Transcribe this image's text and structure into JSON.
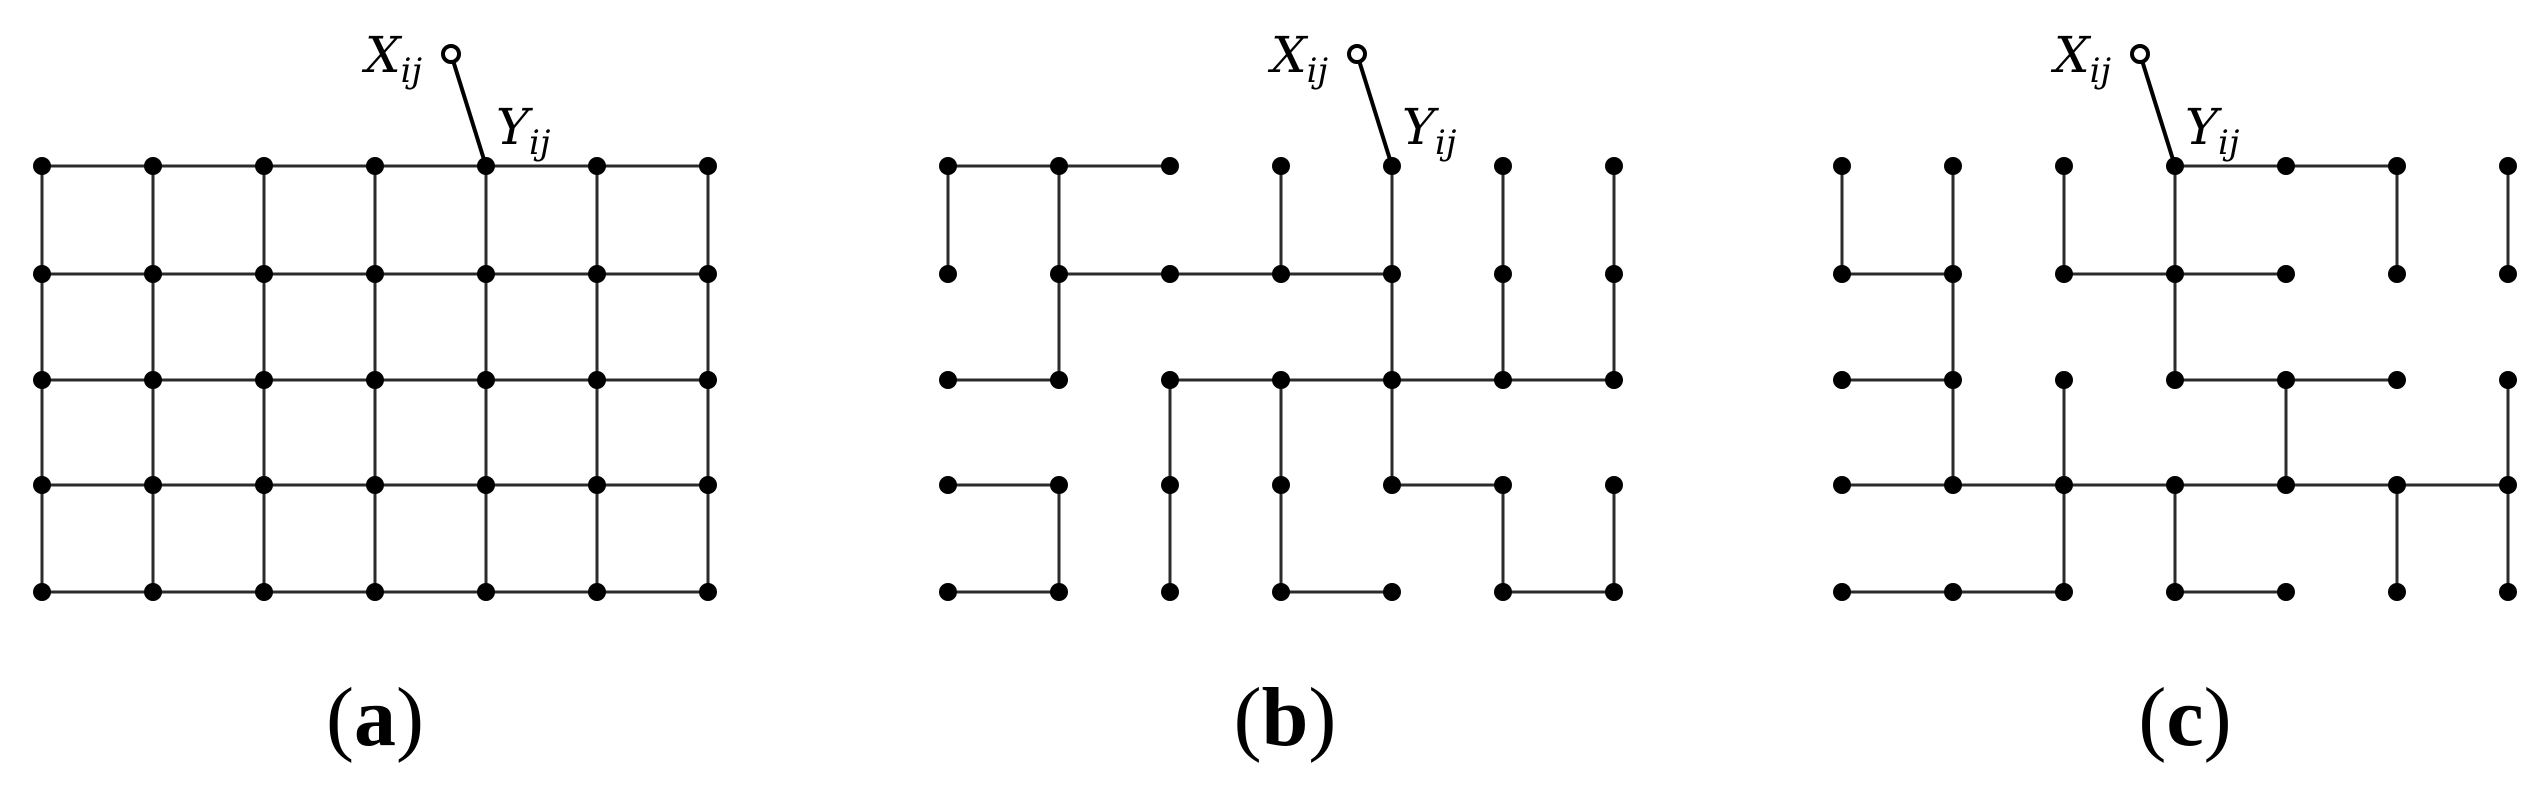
{
  "node_label": {
    "base": "X",
    "sub": "ij"
  },
  "hidden_label": {
    "base": "Y",
    "sub": "ij"
  },
  "grid": {
    "rows": 5,
    "cols": 7
  },
  "panels": [
    {
      "id": "a",
      "caption_open": "(",
      "caption_letter": "a",
      "caption_close": ")",
      "labeled_node": [
        0,
        4
      ],
      "edges": [
        [
          [
            0,
            0
          ],
          [
            0,
            1
          ]
        ],
        [
          [
            0,
            1
          ],
          [
            0,
            2
          ]
        ],
        [
          [
            0,
            2
          ],
          [
            0,
            3
          ]
        ],
        [
          [
            0,
            3
          ],
          [
            0,
            4
          ]
        ],
        [
          [
            0,
            4
          ],
          [
            0,
            5
          ]
        ],
        [
          [
            0,
            5
          ],
          [
            0,
            6
          ]
        ],
        [
          [
            1,
            0
          ],
          [
            1,
            1
          ]
        ],
        [
          [
            1,
            1
          ],
          [
            1,
            2
          ]
        ],
        [
          [
            1,
            2
          ],
          [
            1,
            3
          ]
        ],
        [
          [
            1,
            3
          ],
          [
            1,
            4
          ]
        ],
        [
          [
            1,
            4
          ],
          [
            1,
            5
          ]
        ],
        [
          [
            1,
            5
          ],
          [
            1,
            6
          ]
        ],
        [
          [
            2,
            0
          ],
          [
            2,
            1
          ]
        ],
        [
          [
            2,
            1
          ],
          [
            2,
            2
          ]
        ],
        [
          [
            2,
            2
          ],
          [
            2,
            3
          ]
        ],
        [
          [
            2,
            3
          ],
          [
            2,
            4
          ]
        ],
        [
          [
            2,
            4
          ],
          [
            2,
            5
          ]
        ],
        [
          [
            2,
            5
          ],
          [
            2,
            6
          ]
        ],
        [
          [
            3,
            0
          ],
          [
            3,
            1
          ]
        ],
        [
          [
            3,
            1
          ],
          [
            3,
            2
          ]
        ],
        [
          [
            3,
            2
          ],
          [
            3,
            3
          ]
        ],
        [
          [
            3,
            3
          ],
          [
            3,
            4
          ]
        ],
        [
          [
            3,
            4
          ],
          [
            3,
            5
          ]
        ],
        [
          [
            3,
            5
          ],
          [
            3,
            6
          ]
        ],
        [
          [
            4,
            0
          ],
          [
            4,
            1
          ]
        ],
        [
          [
            4,
            1
          ],
          [
            4,
            2
          ]
        ],
        [
          [
            4,
            2
          ],
          [
            4,
            3
          ]
        ],
        [
          [
            4,
            3
          ],
          [
            4,
            4
          ]
        ],
        [
          [
            4,
            4
          ],
          [
            4,
            5
          ]
        ],
        [
          [
            4,
            5
          ],
          [
            4,
            6
          ]
        ],
        [
          [
            0,
            0
          ],
          [
            1,
            0
          ]
        ],
        [
          [
            1,
            0
          ],
          [
            2,
            0
          ]
        ],
        [
          [
            2,
            0
          ],
          [
            3,
            0
          ]
        ],
        [
          [
            3,
            0
          ],
          [
            4,
            0
          ]
        ],
        [
          [
            0,
            1
          ],
          [
            1,
            1
          ]
        ],
        [
          [
            1,
            1
          ],
          [
            2,
            1
          ]
        ],
        [
          [
            2,
            1
          ],
          [
            3,
            1
          ]
        ],
        [
          [
            3,
            1
          ],
          [
            4,
            1
          ]
        ],
        [
          [
            0,
            2
          ],
          [
            1,
            2
          ]
        ],
        [
          [
            1,
            2
          ],
          [
            2,
            2
          ]
        ],
        [
          [
            2,
            2
          ],
          [
            3,
            2
          ]
        ],
        [
          [
            3,
            2
          ],
          [
            4,
            2
          ]
        ],
        [
          [
            0,
            3
          ],
          [
            1,
            3
          ]
        ],
        [
          [
            1,
            3
          ],
          [
            2,
            3
          ]
        ],
        [
          [
            2,
            3
          ],
          [
            3,
            3
          ]
        ],
        [
          [
            3,
            3
          ],
          [
            4,
            3
          ]
        ],
        [
          [
            0,
            4
          ],
          [
            1,
            4
          ]
        ],
        [
          [
            1,
            4
          ],
          [
            2,
            4
          ]
        ],
        [
          [
            2,
            4
          ],
          [
            3,
            4
          ]
        ],
        [
          [
            3,
            4
          ],
          [
            4,
            4
          ]
        ],
        [
          [
            0,
            5
          ],
          [
            1,
            5
          ]
        ],
        [
          [
            1,
            5
          ],
          [
            2,
            5
          ]
        ],
        [
          [
            2,
            5
          ],
          [
            3,
            5
          ]
        ],
        [
          [
            3,
            5
          ],
          [
            4,
            5
          ]
        ],
        [
          [
            0,
            6
          ],
          [
            1,
            6
          ]
        ],
        [
          [
            1,
            6
          ],
          [
            2,
            6
          ]
        ],
        [
          [
            2,
            6
          ],
          [
            3,
            6
          ]
        ],
        [
          [
            3,
            6
          ],
          [
            4,
            6
          ]
        ]
      ]
    },
    {
      "id": "b",
      "caption_open": "(",
      "caption_letter": "b",
      "caption_close": ")",
      "labeled_node": [
        0,
        4
      ],
      "edges": [
        [
          [
            0,
            0
          ],
          [
            0,
            1
          ]
        ],
        [
          [
            0,
            1
          ],
          [
            0,
            2
          ]
        ],
        [
          [
            1,
            1
          ],
          [
            1,
            2
          ]
        ],
        [
          [
            1,
            2
          ],
          [
            1,
            3
          ]
        ],
        [
          [
            1,
            3
          ],
          [
            1,
            4
          ]
        ],
        [
          [
            2,
            0
          ],
          [
            2,
            1
          ]
        ],
        [
          [
            2,
            2
          ],
          [
            2,
            3
          ]
        ],
        [
          [
            2,
            3
          ],
          [
            2,
            4
          ]
        ],
        [
          [
            2,
            4
          ],
          [
            2,
            5
          ]
        ],
        [
          [
            2,
            5
          ],
          [
            2,
            6
          ]
        ],
        [
          [
            3,
            0
          ],
          [
            3,
            1
          ]
        ],
        [
          [
            3,
            4
          ],
          [
            3,
            5
          ]
        ],
        [
          [
            4,
            0
          ],
          [
            4,
            1
          ]
        ],
        [
          [
            4,
            3
          ],
          [
            4,
            4
          ]
        ],
        [
          [
            4,
            5
          ],
          [
            4,
            6
          ]
        ],
        [
          [
            0,
            0
          ],
          [
            1,
            0
          ]
        ],
        [
          [
            0,
            1
          ],
          [
            1,
            1
          ]
        ],
        [
          [
            1,
            1
          ],
          [
            2,
            1
          ]
        ],
        [
          [
            2,
            2
          ],
          [
            3,
            2
          ]
        ],
        [
          [
            3,
            2
          ],
          [
            4,
            2
          ]
        ],
        [
          [
            0,
            3
          ],
          [
            1,
            3
          ]
        ],
        [
          [
            2,
            3
          ],
          [
            3,
            3
          ]
        ],
        [
          [
            3,
            3
          ],
          [
            4,
            3
          ]
        ],
        [
          [
            0,
            4
          ],
          [
            1,
            4
          ]
        ],
        [
          [
            1,
            4
          ],
          [
            2,
            4
          ]
        ],
        [
          [
            2,
            4
          ],
          [
            3,
            4
          ]
        ],
        [
          [
            0,
            5
          ],
          [
            1,
            5
          ]
        ],
        [
          [
            1,
            5
          ],
          [
            2,
            5
          ]
        ],
        [
          [
            3,
            5
          ],
          [
            4,
            5
          ]
        ],
        [
          [
            0,
            6
          ],
          [
            1,
            6
          ]
        ],
        [
          [
            1,
            6
          ],
          [
            2,
            6
          ]
        ],
        [
          [
            3,
            6
          ],
          [
            4,
            6
          ]
        ],
        [
          [
            3,
            1
          ],
          [
            4,
            1
          ]
        ]
      ]
    },
    {
      "id": "c",
      "caption_open": "(",
      "caption_letter": "c",
      "caption_close": ")",
      "labeled_node": [
        0,
        3
      ],
      "edges": [
        [
          [
            0,
            3
          ],
          [
            0,
            4
          ]
        ],
        [
          [
            0,
            4
          ],
          [
            0,
            5
          ]
        ],
        [
          [
            1,
            0
          ],
          [
            1,
            1
          ]
        ],
        [
          [
            1,
            2
          ],
          [
            1,
            3
          ]
        ],
        [
          [
            1,
            3
          ],
          [
            1,
            4
          ]
        ],
        [
          [
            2,
            0
          ],
          [
            2,
            1
          ]
        ],
        [
          [
            2,
            3
          ],
          [
            2,
            4
          ]
        ],
        [
          [
            2,
            4
          ],
          [
            2,
            5
          ]
        ],
        [
          [
            3,
            0
          ],
          [
            3,
            1
          ]
        ],
        [
          [
            3,
            1
          ],
          [
            3,
            2
          ]
        ],
        [
          [
            3,
            2
          ],
          [
            3,
            3
          ]
        ],
        [
          [
            3,
            3
          ],
          [
            3,
            4
          ]
        ],
        [
          [
            3,
            4
          ],
          [
            3,
            5
          ]
        ],
        [
          [
            3,
            5
          ],
          [
            3,
            6
          ]
        ],
        [
          [
            4,
            0
          ],
          [
            4,
            1
          ]
        ],
        [
          [
            4,
            1
          ],
          [
            4,
            2
          ]
        ],
        [
          [
            4,
            3
          ],
          [
            4,
            4
          ]
        ],
        [
          [
            0,
            0
          ],
          [
            1,
            0
          ]
        ],
        [
          [
            0,
            1
          ],
          [
            1,
            1
          ]
        ],
        [
          [
            1,
            1
          ],
          [
            2,
            1
          ]
        ],
        [
          [
            2,
            1
          ],
          [
            3,
            1
          ]
        ],
        [
          [
            0,
            2
          ],
          [
            1,
            2
          ]
        ],
        [
          [
            2,
            2
          ],
          [
            3,
            2
          ]
        ],
        [
          [
            3,
            2
          ],
          [
            4,
            2
          ]
        ],
        [
          [
            0,
            3
          ],
          [
            1,
            3
          ]
        ],
        [
          [
            1,
            3
          ],
          [
            2,
            3
          ]
        ],
        [
          [
            3,
            3
          ],
          [
            4,
            3
          ]
        ],
        [
          [
            2,
            4
          ],
          [
            3,
            4
          ]
        ],
        [
          [
            0,
            5
          ],
          [
            1,
            5
          ]
        ],
        [
          [
            3,
            5
          ],
          [
            4,
            5
          ]
        ],
        [
          [
            0,
            6
          ],
          [
            1,
            6
          ]
        ],
        [
          [
            2,
            6
          ],
          [
            3,
            6
          ]
        ],
        [
          [
            3,
            6
          ],
          [
            4,
            6
          ]
        ]
      ]
    }
  ]
}
